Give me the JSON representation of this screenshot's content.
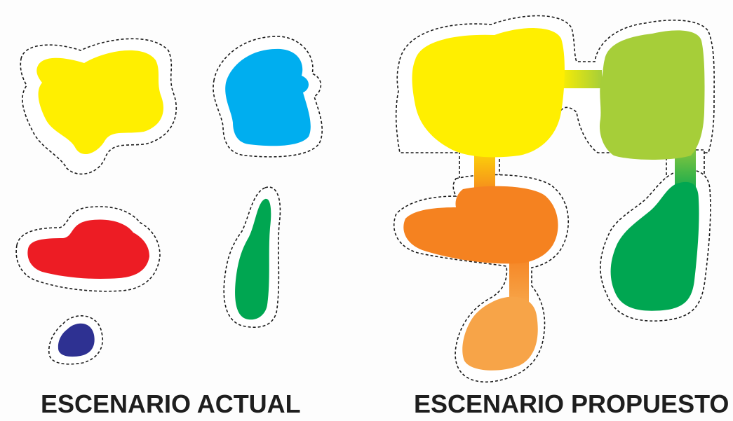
{
  "captions": {
    "left": "ESCENARIO ACTUAL",
    "right": "ESCENARIO PROPUESTO"
  },
  "colors": {
    "yellow": "#FFEF00",
    "cyan": "#00AEEF",
    "red": "#ED1C24",
    "green_dark": "#00A651",
    "navy": "#2E3192",
    "green_light": "#A6CE39",
    "orange": "#F58220",
    "orange_light": "#F7A448",
    "outline": "#1a1a1a",
    "halo_fill": "#ffffff",
    "text": "#1e1e1e"
  },
  "scenarios": {
    "current": {
      "regions": [
        "yellow",
        "cyan",
        "red",
        "green_dark",
        "navy"
      ],
      "connected": false
    },
    "proposed": {
      "regions": [
        "yellow",
        "green_light",
        "orange",
        "green_dark",
        "orange_light"
      ],
      "connections": [
        [
          "yellow",
          "green_light"
        ],
        [
          "yellow",
          "orange"
        ],
        [
          "green_light",
          "green_dark"
        ],
        [
          "orange",
          "orange_light"
        ]
      ]
    }
  }
}
